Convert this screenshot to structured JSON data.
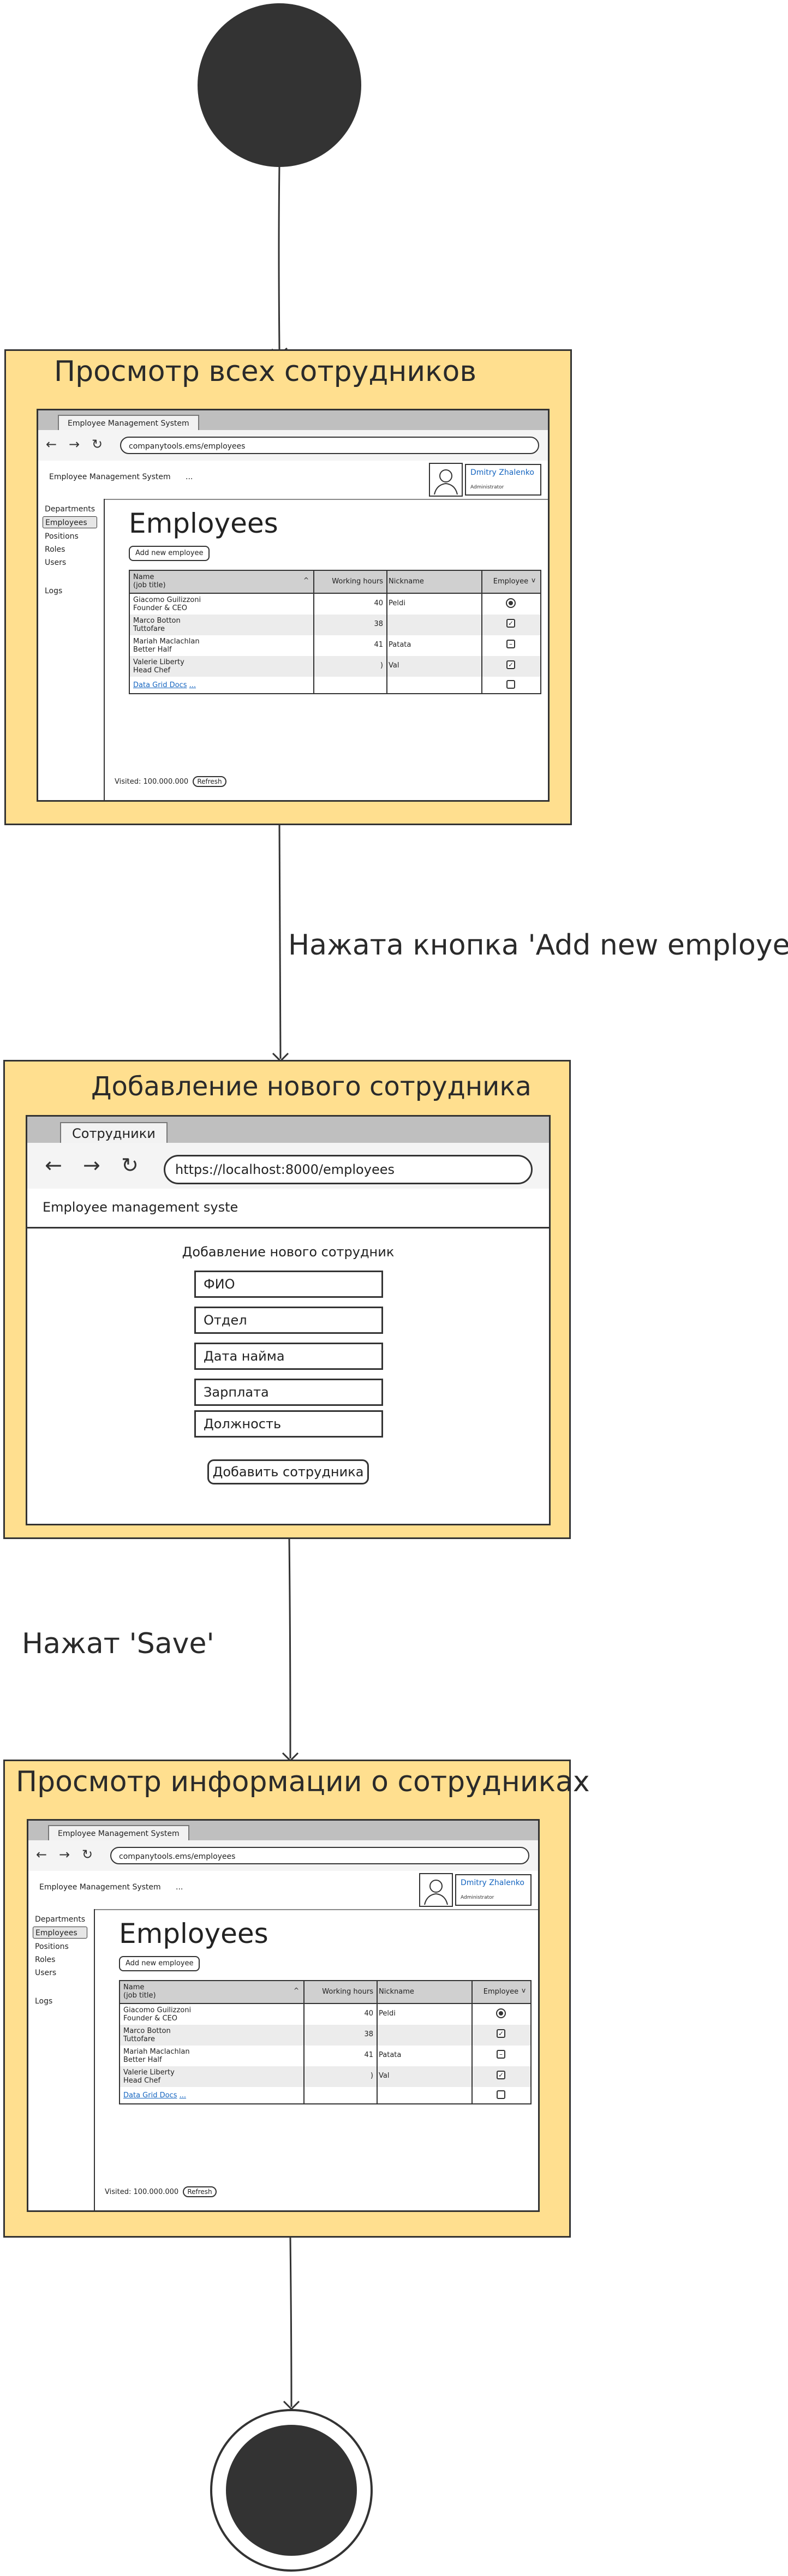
{
  "diagram": {
    "states": [
      {
        "title": "Просмотр всех сотрудников"
      },
      {
        "title": "Добавление нового сотрудника"
      },
      {
        "title": "Просмотр информации о сотрудниках"
      }
    ],
    "transitions": [
      {
        "label": "Нажата кнопка 'Add new employee'"
      },
      {
        "label": "Нажат 'Save'"
      }
    ]
  },
  "employees_screen": {
    "tab_title": "Employee Management System",
    "url": "companytools.ems/employees",
    "app_title": "Employee Management System",
    "app_menu_dots": "...",
    "user_name": "Dmitry Zhalenko",
    "user_role": "Administrator",
    "sidebar": [
      "Departments",
      "Employees",
      "Positions",
      "Roles",
      "Users",
      "Logs"
    ],
    "page_heading": "Employees",
    "add_button": "Add new employee",
    "columns": [
      "Name\n(job title)",
      "Working hours",
      "Nickname",
      "Employee"
    ],
    "rows": [
      {
        "name": "Giacomo Guilizzoni",
        "title": "Founder & CEO",
        "hours": "40",
        "nickname": "Peldi",
        "employee": "radio"
      },
      {
        "name": "Marco Botton",
        "title": "Tuttofare",
        "hours": "38",
        "nickname": "",
        "employee": "checked"
      },
      {
        "name": "Mariah Maclachlan",
        "title": "Better Half",
        "hours": "41",
        "nickname": "Patata",
        "employee": "indeterminate"
      },
      {
        "name": "Valerie Liberty",
        "title": "Head Chef",
        "hours": ")",
        "nickname": "Val",
        "employee": "checked"
      }
    ],
    "docs_link": "Data Grid Docs",
    "docs_dots": "...",
    "footer_text": "Visited: 100.000.000",
    "refresh_button": "Refresh"
  },
  "add_screen": {
    "tab_title": "Сотрудники",
    "url": "https://localhost:8000/employees",
    "app_title": "Employee management syste",
    "form_title": "Добавление нового сотрудник",
    "fields": [
      "ФИО",
      "Отдел",
      "Дата найма",
      "Зарплата",
      "Должность"
    ],
    "submit_button": "Добавить сотрудника"
  }
}
